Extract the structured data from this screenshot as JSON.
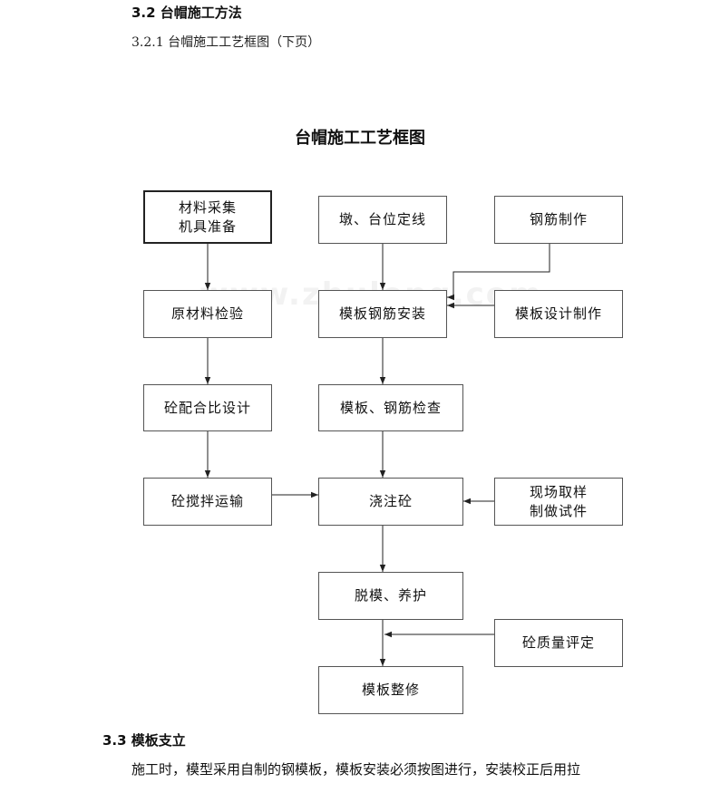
{
  "headings": {
    "s32": "3.2 台帽施工方法",
    "s321": "3.2.1 台帽施工工艺框图（下页）",
    "s33": "3.3 模板支立"
  },
  "chart": {
    "title": "台帽施工工艺框图",
    "watermark": "www.zhulong.com",
    "boxes": {
      "materials": "材料采集\n机具准备",
      "layout": "墩、台位定线",
      "rebar_make": "钢筋制作",
      "inspect": "原材料检验",
      "install": "模板钢筋安装",
      "form_design": "模板设计制作",
      "mix": "砼配合比设计",
      "check": "模板、钢筋检查",
      "transport": "砼搅拌运输",
      "pour": "浇注砼",
      "sample": "现场取样\n制做试件",
      "demold": "脱模、养护",
      "quality": "砼质量评定",
      "repair": "模板整修"
    }
  },
  "body": {
    "paragraph_line1": "施工时，模型采用自制的钢模板，模板安装必须按图进行，安装校正后用拉"
  }
}
